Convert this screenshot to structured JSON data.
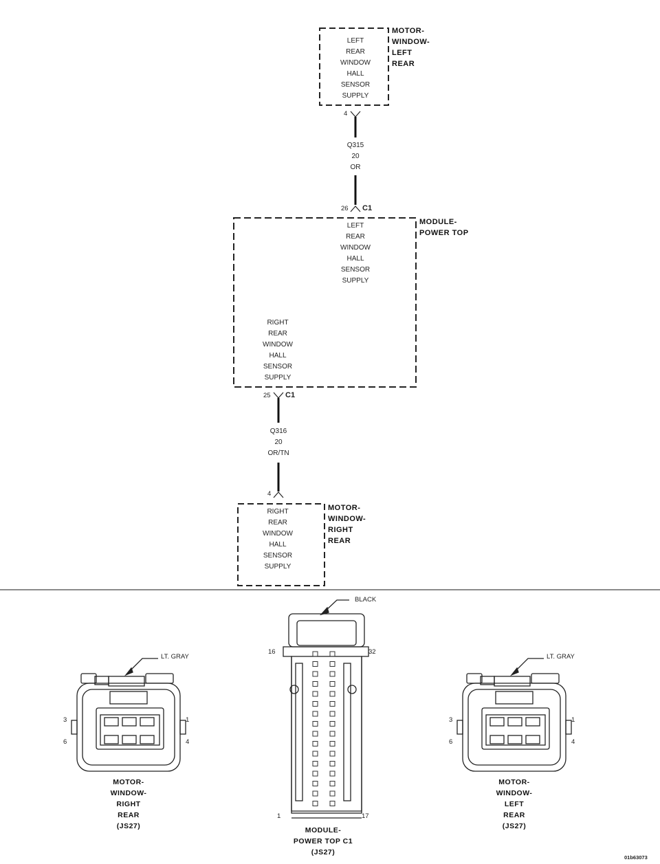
{
  "motor_left_rear": {
    "pin_text": [
      "LEFT",
      "REAR",
      "WINDOW",
      "HALL",
      "SENSOR",
      "SUPPLY"
    ],
    "label": [
      "MOTOR-",
      "WINDOW-",
      "LEFT",
      "REAR"
    ],
    "pin": "4"
  },
  "wire_top": {
    "circuit": "Q315",
    "gauge": "20",
    "color": "OR"
  },
  "module": {
    "label": [
      "MODULE-",
      "POWER TOP"
    ],
    "top_pin": "26",
    "top_connector": "C1",
    "left_text": [
      "LEFT",
      "REAR",
      "WINDOW",
      "HALL",
      "SENSOR",
      "SUPPLY"
    ],
    "right_text": [
      "RIGHT",
      "REAR",
      "WINDOW",
      "HALL",
      "SENSOR",
      "SUPPLY"
    ],
    "bottom_pin": "25",
    "bottom_connector": "C1"
  },
  "wire_bottom": {
    "circuit": "Q316",
    "gauge": "20",
    "color": "OR/TN"
  },
  "motor_right_rear": {
    "pin": "4",
    "pin_text": [
      "RIGHT",
      "REAR",
      "WINDOW",
      "HALL",
      "SENSOR",
      "SUPPLY"
    ],
    "label": [
      "MOTOR-",
      "WINDOW-",
      "RIGHT",
      "REAR"
    ]
  },
  "connector_rr": {
    "color": "LT. GRAY",
    "pins": {
      "p3": "3",
      "p1": "1",
      "p6": "6",
      "p4": "4"
    },
    "caption": [
      "MOTOR-",
      "WINDOW-",
      "RIGHT",
      "REAR",
      "(JS27)"
    ]
  },
  "connector_module": {
    "color": "BLACK",
    "pins": {
      "p16": "16",
      "p32": "32",
      "p1": "1",
      "p17": "17"
    },
    "caption": [
      "MODULE-",
      "POWER TOP C1",
      "(JS27)"
    ]
  },
  "connector_lr": {
    "color": "LT. GRAY",
    "pins": {
      "p3": "3",
      "p1": "1",
      "p6": "6",
      "p4": "4"
    },
    "caption": [
      "MOTOR-",
      "WINDOW-",
      "LEFT",
      "REAR",
      "(JS27)"
    ]
  },
  "figure_id": "01b63073"
}
